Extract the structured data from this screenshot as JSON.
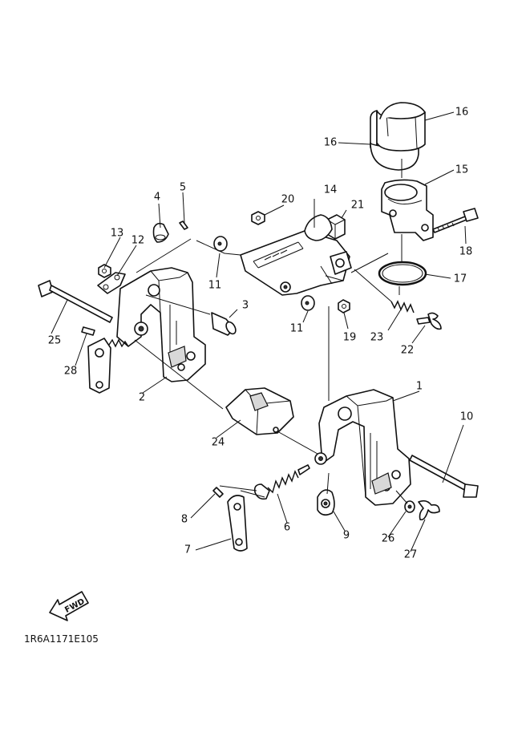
{
  "drawing_code": "1R6A1171E105",
  "fwd_label": "FWD",
  "callouts": [
    {
      "id": "p1",
      "text": "1"
    },
    {
      "id": "p2",
      "text": "2"
    },
    {
      "id": "p3",
      "text": "3"
    },
    {
      "id": "p4",
      "text": "4"
    },
    {
      "id": "p5",
      "text": "5"
    },
    {
      "id": "p6",
      "text": "6"
    },
    {
      "id": "p7",
      "text": "7"
    },
    {
      "id": "p8",
      "text": "8"
    },
    {
      "id": "p9",
      "text": "9"
    },
    {
      "id": "p10",
      "text": "10"
    },
    {
      "id": "p11a",
      "text": "11"
    },
    {
      "id": "p11b",
      "text": "11"
    },
    {
      "id": "p12",
      "text": "12"
    },
    {
      "id": "p13",
      "text": "13"
    },
    {
      "id": "p14",
      "text": "14"
    },
    {
      "id": "p15",
      "text": "15"
    },
    {
      "id": "p16a",
      "text": "16"
    },
    {
      "id": "p16b",
      "text": "16"
    },
    {
      "id": "p17",
      "text": "17"
    },
    {
      "id": "p18",
      "text": "18"
    },
    {
      "id": "p19",
      "text": "19"
    },
    {
      "id": "p20",
      "text": "20"
    },
    {
      "id": "p21",
      "text": "21"
    },
    {
      "id": "p22",
      "text": "22"
    },
    {
      "id": "p23",
      "text": "23"
    },
    {
      "id": "p24",
      "text": "24"
    },
    {
      "id": "p25",
      "text": "25"
    },
    {
      "id": "p26",
      "text": "26"
    },
    {
      "id": "p27",
      "text": "27"
    },
    {
      "id": "p28",
      "text": "28"
    }
  ]
}
